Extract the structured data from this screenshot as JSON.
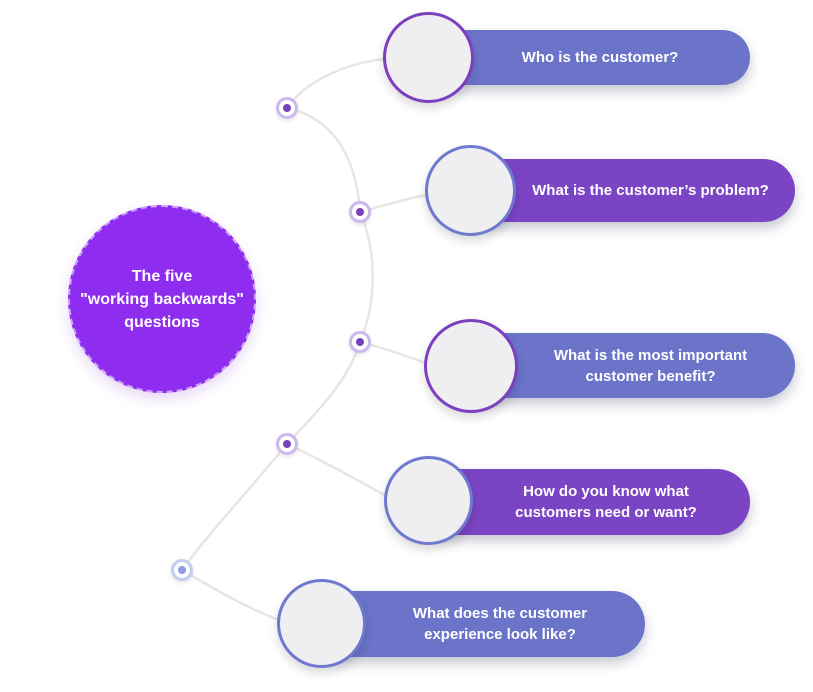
{
  "title": {
    "lines": [
      "The five",
      "\"working backwards\"",
      "questions"
    ]
  },
  "items": [
    {
      "label": "Who is the customer?",
      "variant": "periwinkle",
      "circle_variant": "violet"
    },
    {
      "label": "What is the customer’s problem?",
      "variant": "violet",
      "circle_variant": "periwinkle"
    },
    {
      "label": "What is the most important customer benefit?",
      "variant": "periwinkle",
      "circle_variant": "violet"
    },
    {
      "label": "How do you know what customers need or want?",
      "variant": "violet",
      "circle_variant": "periwinkle"
    },
    {
      "label": "What does the customer experience look like?",
      "variant": "periwinkle",
      "circle_variant": "periwinkle"
    }
  ],
  "colors": {
    "main_circle": "#8e2cf0",
    "main_circle_dash": "#c9a1f6",
    "pill_periwinkle": "#6b74c9",
    "pill_violet": "#7b44c5",
    "circle_violet": "#7b3fbf",
    "circle_periwinkle": "#6f79cf",
    "circle_fill": "#efeef0",
    "node_ring": "#cbb8ee",
    "node_dot": "#7742b9",
    "node_ring_light": "#c3cdf3",
    "node_dot_light": "#8c9ae8",
    "connector": "#e9e6e2",
    "text": "#ffffff"
  }
}
